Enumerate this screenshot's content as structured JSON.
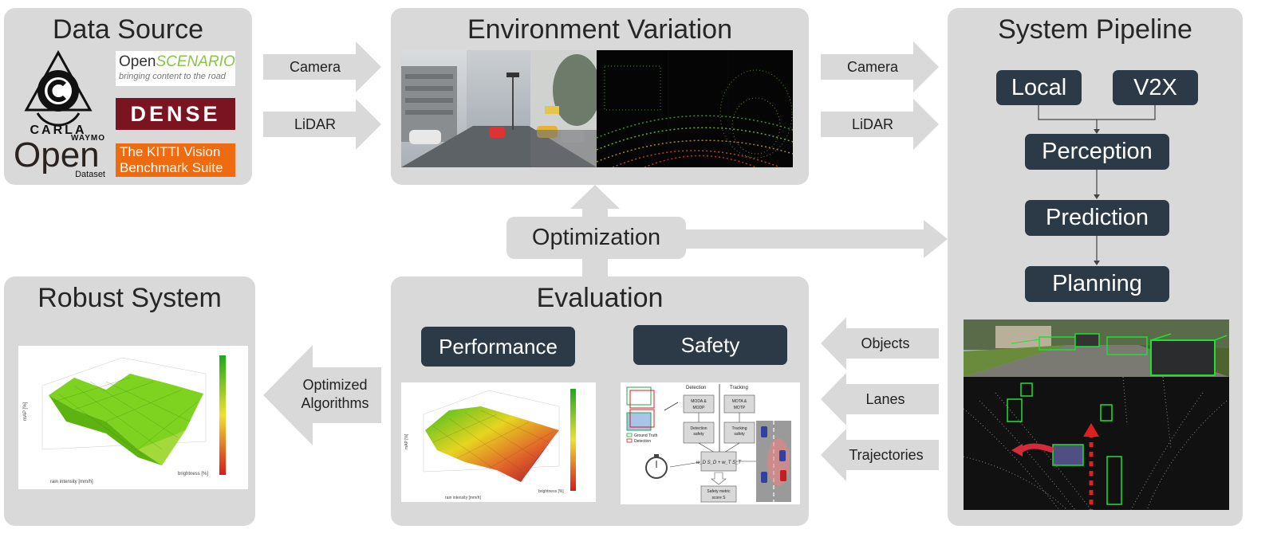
{
  "data_source": {
    "title": "Data Source",
    "logos": {
      "carla": "CARLA",
      "openscenario_brand_1": "Open",
      "openscenario_brand_2": "SCENARIO",
      "openscenario_tagline": "bringing content to the road",
      "dense": "DENSE",
      "waymo_brand": "WAYMO",
      "waymo_open": "Open",
      "waymo_dataset": "Dataset",
      "kitti_line1": "The KITTI Vision",
      "kitti_line2": "Benchmark Suite"
    }
  },
  "environment_variation": {
    "title": "Environment Variation"
  },
  "system_pipeline": {
    "title": "System Pipeline",
    "local": "Local",
    "v2x": "V2X",
    "perception": "Perception",
    "prediction": "Prediction",
    "planning": "Planning"
  },
  "optimization": {
    "label": "Optimization"
  },
  "evaluation": {
    "title": "Evaluation",
    "performance": "Performance",
    "safety": "Safety",
    "safety_diagram": {
      "detection": "Detection",
      "tracking": "Tracking",
      "moda": "MODA &",
      "modp": "MODP",
      "mota": "MOTA &",
      "motp": "MOTP",
      "det_safety": "Detection",
      "det_safety2": "safety",
      "trk_safety": "Tracking",
      "trk_safety2": "safety",
      "ground_truth": "Ground Truth",
      "detection_legend": "Detection",
      "formula": "w_D S_D + w_T S_T",
      "metric1": "Safety metric",
      "metric2": "score S"
    }
  },
  "robust_system": {
    "title": "Robust System"
  },
  "arrows": {
    "camera_1": "Camera",
    "lidar_1": "LiDAR",
    "camera_2": "Camera",
    "lidar_2": "LiDAR",
    "objects": "Objects",
    "lanes": "Lanes",
    "trajectories": "Trajectories",
    "optimized_1": "Optimized",
    "optimized_2": "Algorithms"
  },
  "plot_labels": {
    "robust_xlabel": "rain intensity [mm/h]",
    "robust_ylabel": "mAP [%]",
    "robust_zlabel": "brightness [%]",
    "perf_xlabel": "rain intensity [mm/h]",
    "perf_ylabel": "mAP [%]",
    "perf_zlabel": "brightness [%]"
  },
  "colors": {
    "panel": "#d9d9d9",
    "arrow": "#d9d9d9",
    "dark_box": "#2b3a46",
    "dense": "#7a1420",
    "kitti": "#ee6b10"
  }
}
